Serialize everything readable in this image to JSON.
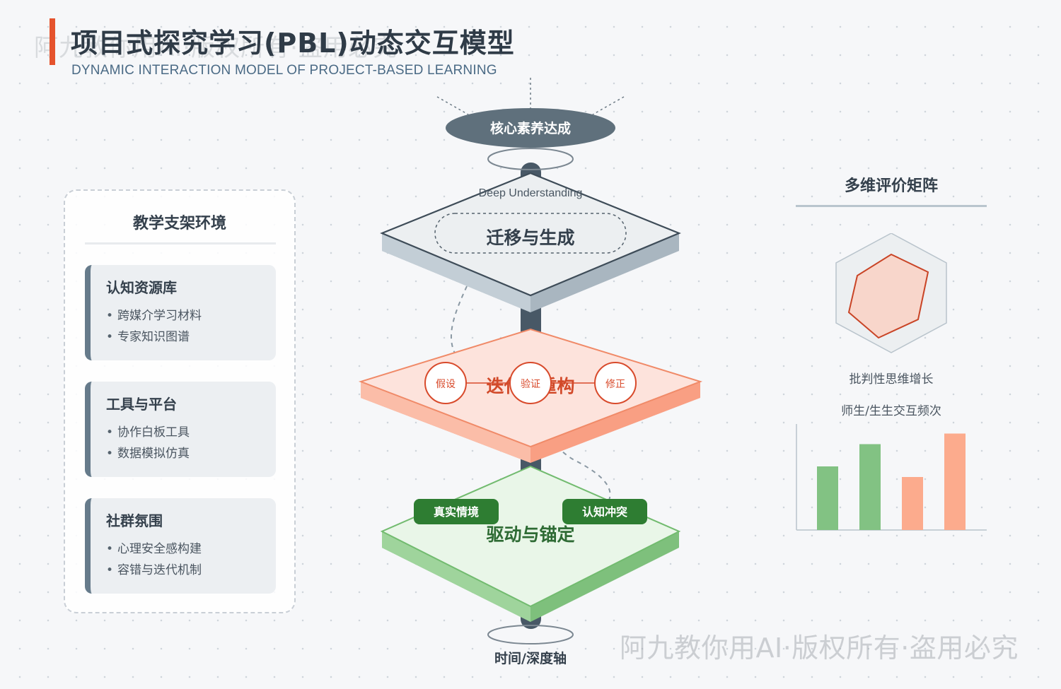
{
  "title": {
    "main": "项目式探究学习(PBL)动态交互模型",
    "subtitle": "DYNAMIC INTERACTION MODEL OF PROJECT-BASED LEARNING"
  },
  "watermark": "阿九教你用AI·版权所有·盗用必究",
  "center": {
    "top_goal": "核心素养达成",
    "top_layer_caption": "Deep Understanding",
    "top_layer": "迁移与生成",
    "middle_layer": "迭代与重构",
    "middle_steps": [
      "假设",
      "验证",
      "修正"
    ],
    "bottom_layer": "驱动与锚定",
    "bottom_tags": [
      "真实情境",
      "认知冲突"
    ],
    "axis_label": "时间/深度轴"
  },
  "left_panel": {
    "title": "教学支架环境",
    "cards": [
      {
        "title": "认知资源库",
        "items": [
          "跨媒介学习材料",
          "专家知识图谱"
        ]
      },
      {
        "title": "工具与平台",
        "items": [
          "协作白板工具",
          "数据模拟仿真"
        ]
      },
      {
        "title": "社群氛围",
        "items": [
          "心理安全感构建",
          "容错与迭代机制"
        ]
      }
    ]
  },
  "right_panel": {
    "title": "多维评价矩阵",
    "radar_label": "批判性思维增长",
    "bar_label": "师生/生生交互频次"
  },
  "chart_data": {
    "type": "bar",
    "title": "师生/生生交互频次",
    "categories": [
      "",
      "",
      "",
      ""
    ],
    "values": [
      60,
      81,
      50,
      91
    ],
    "ylim": [
      0,
      100
    ],
    "colors": [
      "#82c283",
      "#82c283",
      "#fcab8d",
      "#fcab8d"
    ]
  },
  "colors": {
    "accent": "#e5532d",
    "slate": "#667b8b",
    "top_layer": "#eceff1",
    "middle_layer": "#fde3dc",
    "bottom_layer": "#e8f5e8",
    "green_tag": "#2e7d32",
    "red_circle": "#d84a2b"
  }
}
